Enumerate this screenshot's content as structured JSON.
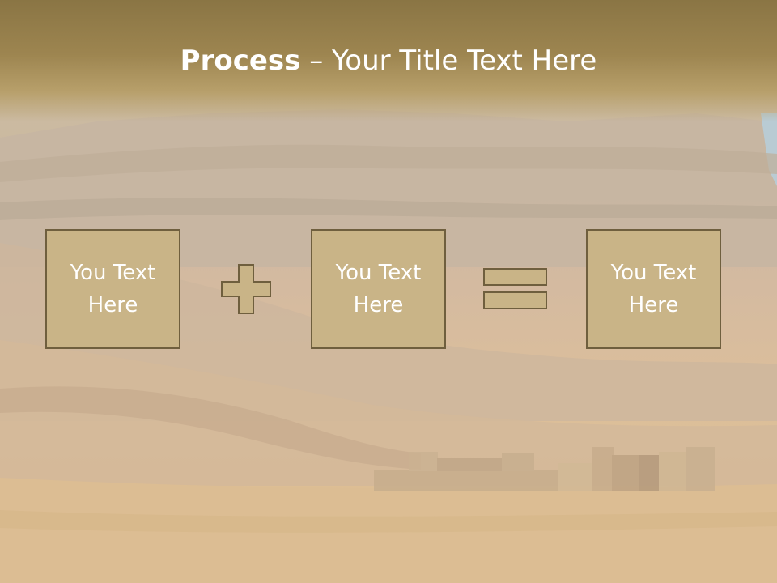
{
  "slide": {
    "title_bold": "Process",
    "title_separator": " – ",
    "title_rest": "Your Title Text Here",
    "boxes": [
      {
        "text": "You Text Here"
      },
      {
        "text": "You Text Here"
      },
      {
        "text": "You Text Here"
      }
    ],
    "operators": [
      "plus-icon",
      "equals-icon"
    ]
  },
  "colors": {
    "title_band": "#9d8550",
    "box_fill": "#c9b487",
    "box_border": "#6f5f3e",
    "text": "#ffffff"
  }
}
